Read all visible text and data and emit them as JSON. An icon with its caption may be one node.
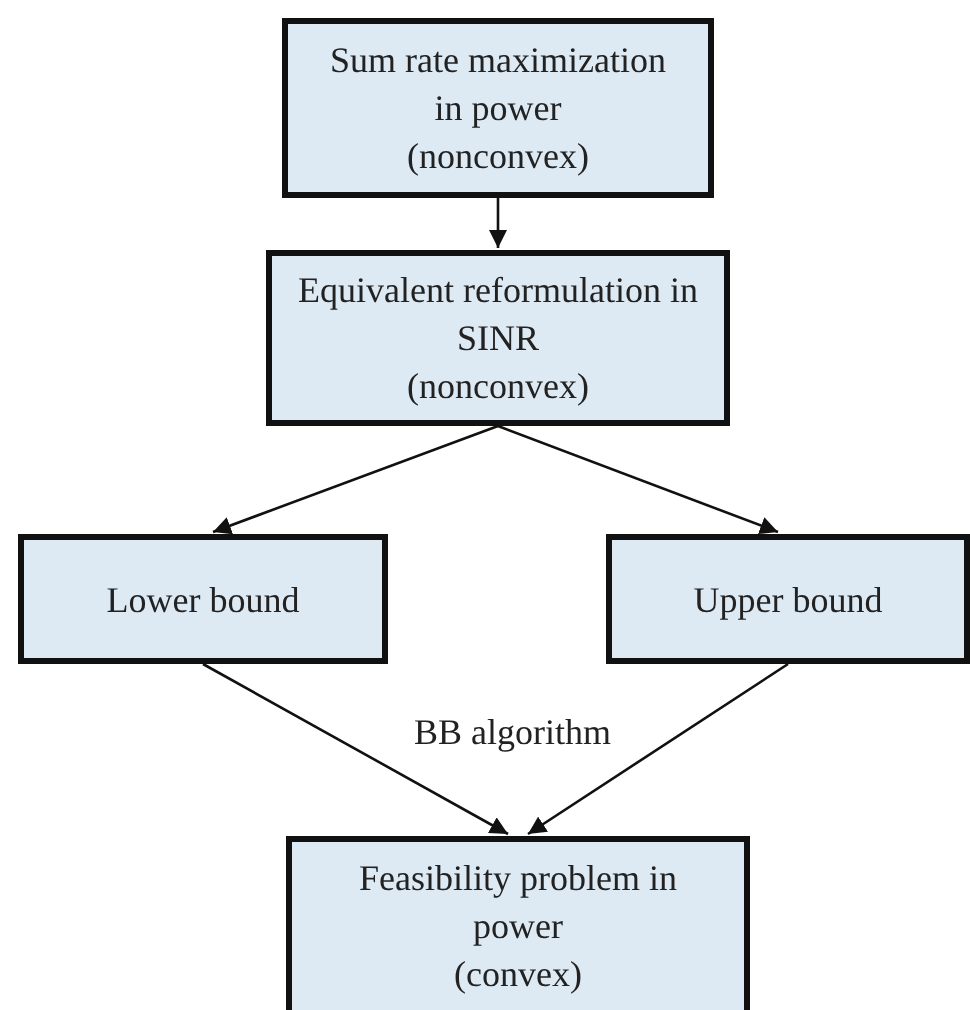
{
  "diagram": {
    "nodes": [
      {
        "text": [
          "Sum rate maximization in power",
          "(nonconvex)"
        ]
      },
      {
        "text": [
          "Equivalent reformulation in SINR",
          "(nonconvex)"
        ]
      },
      {
        "text": [
          "Lower bound"
        ]
      },
      {
        "text": [
          "Upper bound"
        ]
      },
      {
        "text": [
          "Feasibility problem in power",
          "(convex)"
        ]
      }
    ],
    "edges": [
      {
        "from": 0,
        "to": 1,
        "arrow": "to"
      },
      {
        "from": 1,
        "to": 2,
        "arrow": "to"
      },
      {
        "from": 1,
        "to": 3,
        "arrow": "to"
      },
      {
        "from": 2,
        "to": 4,
        "arrow": "to"
      },
      {
        "from": 3,
        "to": 4,
        "arrow": "to"
      }
    ],
    "labels": [
      "BB algorithm"
    ]
  }
}
